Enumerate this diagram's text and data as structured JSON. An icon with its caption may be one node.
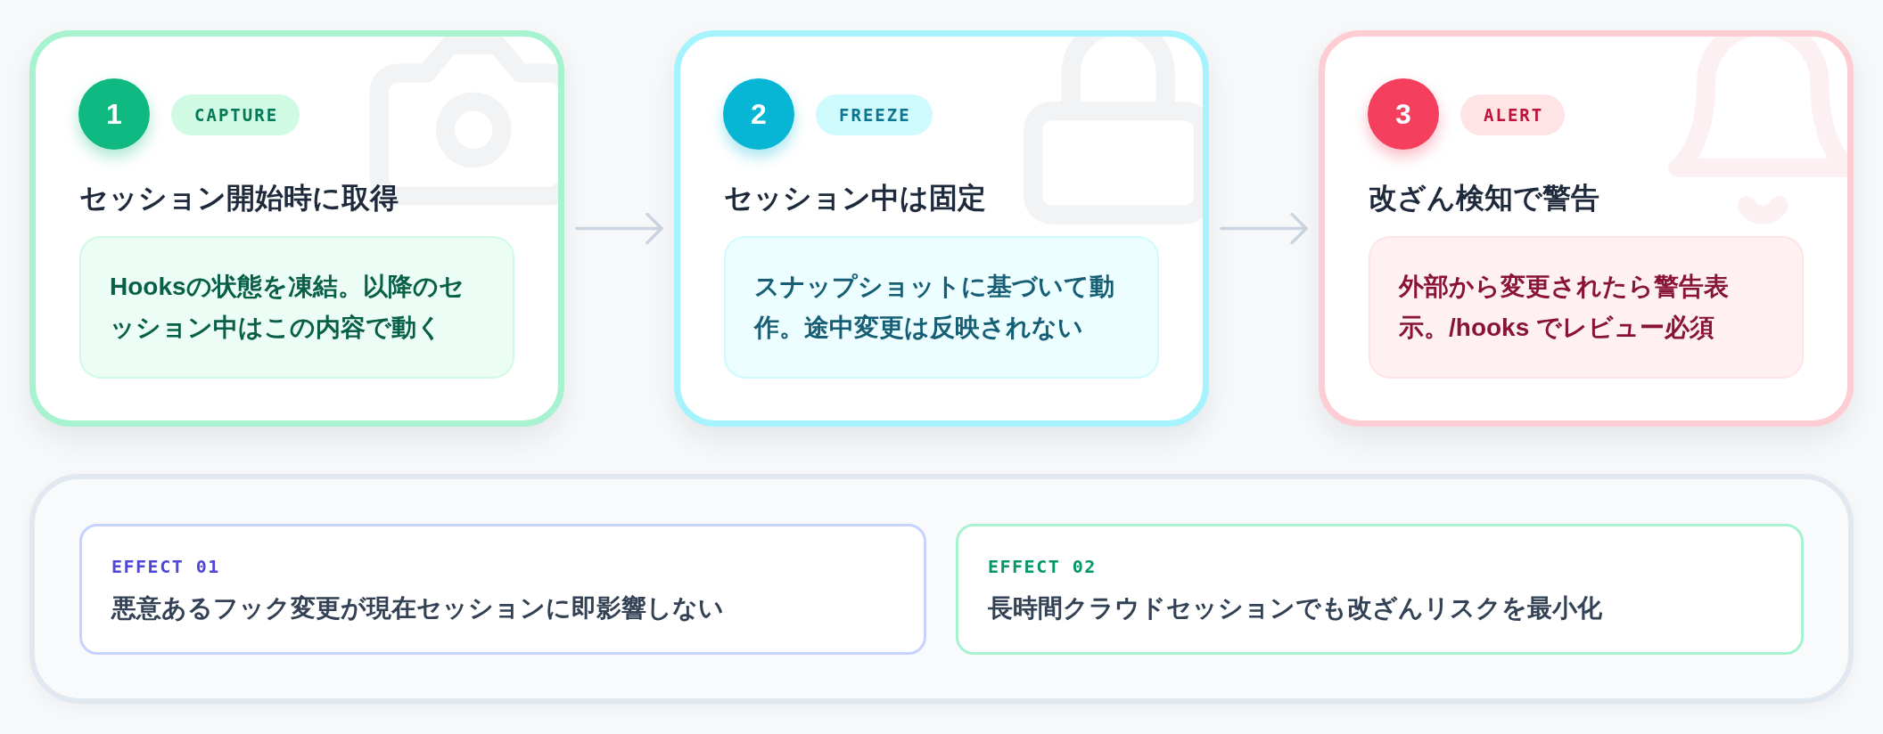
{
  "diagram": {
    "nodes": [
      {
        "text": [
          "セッション開始時に取得"
        ]
      },
      {
        "text": [
          "1"
        ],
        "in": 0
      },
      {
        "text": [
          "CAPTURE"
        ],
        "in": 0
      },
      {
        "text": [
          "Hooksの状態を凍結。以降のセッション中はこの内容で動く"
        ],
        "in": 0
      },
      {
        "text": [
          "セッション中は固定"
        ]
      },
      {
        "text": [
          "2"
        ],
        "in": 4
      },
      {
        "text": [
          "FREEZE"
        ],
        "in": 4
      },
      {
        "text": [
          "スナップショットに基づいて動作。途中変更は反映されない"
        ],
        "in": 4
      },
      {
        "text": [
          "改ざん検知で警告"
        ]
      },
      {
        "text": [
          "3"
        ],
        "in": 8
      },
      {
        "text": [
          "ALERT"
        ],
        "in": 8
      },
      {
        "text": [
          "外部から変更されたら警告表示。/hooks でレビュー必須"
        ],
        "in": 8
      },
      {
        "text": [],
        "shape": "box"
      },
      {
        "text": [
          "EFFECT 01",
          "悪意あるフック変更が現在セッションに即影響しない"
        ],
        "in": 12
      },
      {
        "text": [
          "EFFECT 02",
          "長時間クラウドセッションでも改ざんリスクを最小化"
        ],
        "in": 12
      }
    ],
    "edges": [
      {
        "from": 0,
        "to": 4,
        "arrow": "to"
      },
      {
        "from": 4,
        "to": 8,
        "arrow": "to"
      }
    ]
  }
}
